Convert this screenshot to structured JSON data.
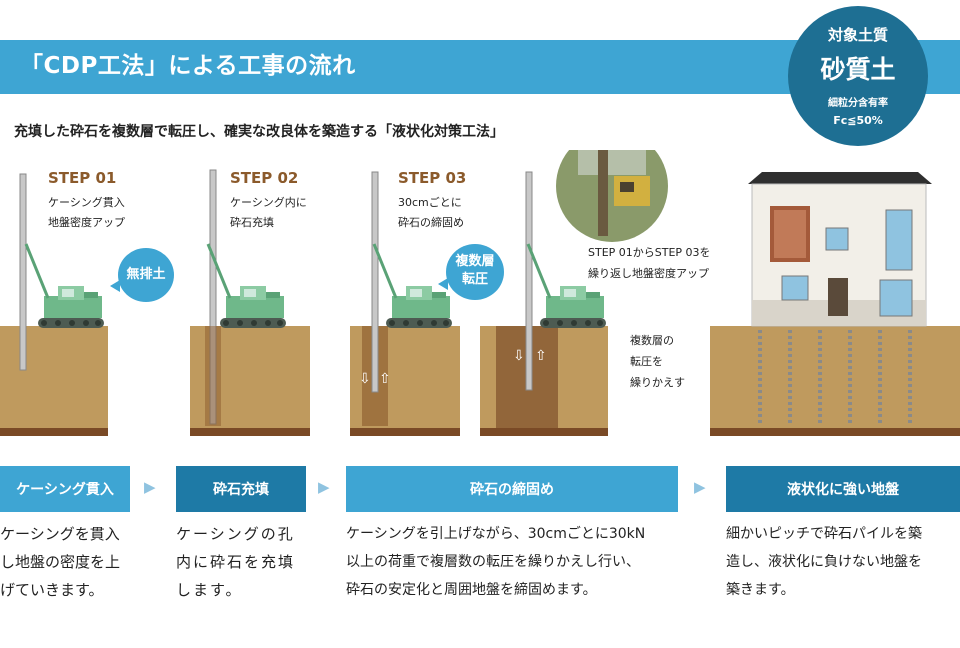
{
  "header": {
    "title": "「CDP工法」による工事の流れ",
    "subtitle": "充填した砕石を複数層で転圧し、確実な改良体を築造する「液状化対策工法」"
  },
  "soil_badge": {
    "line1": "対象土質",
    "line2": "砂質土",
    "line3": "細粒分含有率",
    "line4": "Fc≦50%"
  },
  "steps": [
    {
      "title": "STEP 01",
      "desc1": "ケーシング貫入",
      "desc2": "地盤密度アップ"
    },
    {
      "title": "STEP 02",
      "desc1": "ケーシング内に",
      "desc2": "砕石充填"
    },
    {
      "title": "STEP 03",
      "desc1": "30cmごとに",
      "desc2": "砕石の締固め"
    }
  ],
  "bubbles": {
    "no_soil": "無排土",
    "multi_line1": "複数層",
    "multi_line2": "転圧"
  },
  "notes": {
    "repeat_line1": "STEP 01からSTEP 03を",
    "repeat_line2": "繰り返し地盤密度アップ",
    "multi_line1": "複数層の",
    "multi_line2": "転圧を",
    "multi_line3": "繰りかえす"
  },
  "labels": [
    {
      "text": "ケーシング貫入",
      "color": "#3ea5d3"
    },
    {
      "text": "砕石充填",
      "color": "#1e7aa6"
    },
    {
      "text": "砕石の締固め",
      "color": "#3ea5d3"
    },
    {
      "text": "液状化に強い地盤",
      "color": "#1e7aa6"
    }
  ],
  "arrow_glyph": "▶",
  "descriptions": [
    {
      "l1": "ケーシングを貫入",
      "l2": "し地盤の密度を上",
      "l3": "げていきます。"
    },
    {
      "l1": "ケーシングの孔",
      "l2": "内に砕石を充填",
      "l3": "します。"
    },
    {
      "l1": "ケーシングを引上げながら、30cmごとに30kN",
      "l2": "以上の荷重で複層数の転圧を繰りかえし行い、",
      "l3": "砕石の安定化と周囲地盤を締固めます。"
    },
    {
      "l1": "細かいピッチで砕石パイルを築",
      "l2": "造し、液状化に負けない地盤を",
      "l3": "築きます。"
    }
  ],
  "colors": {
    "accent": "#3ea5d3",
    "accent_dark": "#1e6f93",
    "soil": "#bf9a5e",
    "soil_dark": "#8b5a2b",
    "machine": "#6fb88a"
  }
}
